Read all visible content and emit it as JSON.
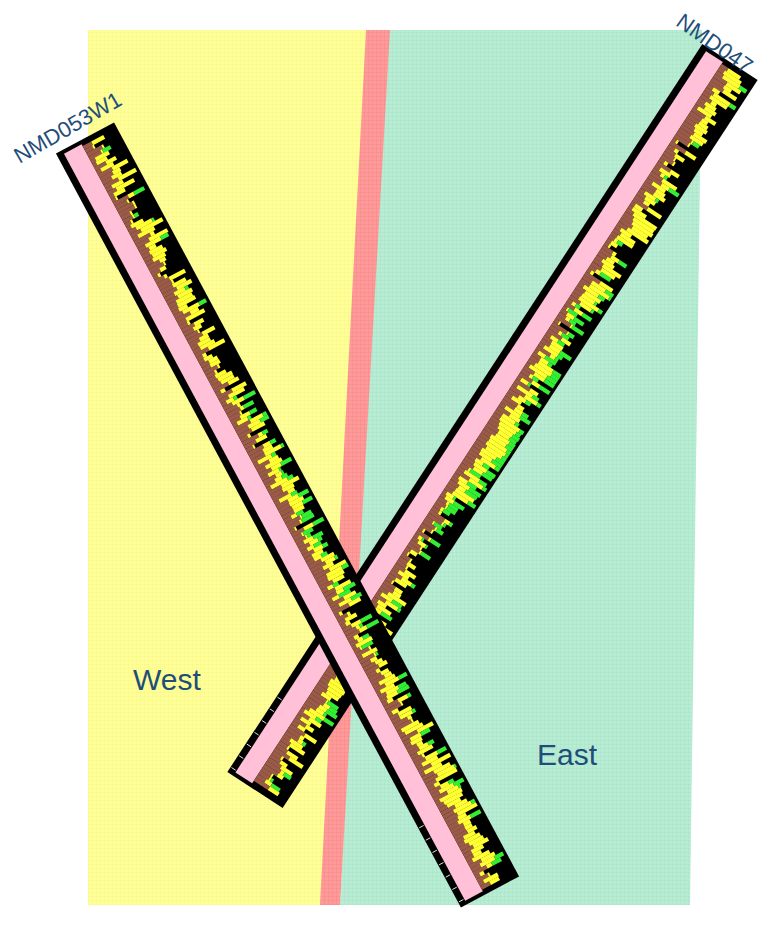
{
  "diagram": {
    "labels": [
      "NMD053W1",
      "NMD047",
      "West",
      "East"
    ]
  }
}
